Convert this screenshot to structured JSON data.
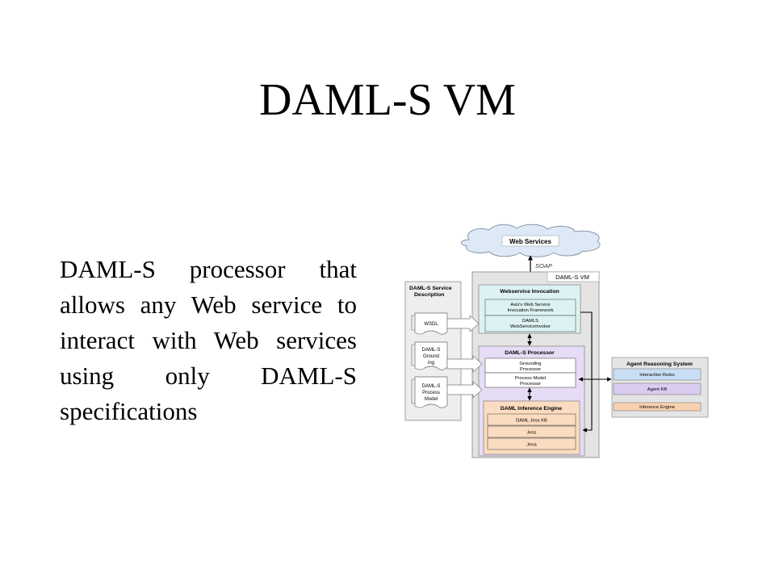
{
  "slide": {
    "title": "DAML-S VM",
    "body": "DAML-S processor that allows any Web service to interact with Web services using only DAML-S specifications"
  },
  "diagram": {
    "cloud_label": "Web Services",
    "soap_label": "SOAP",
    "vm_label": "DAML-S VM",
    "service_description": {
      "title_line1": "DAML-S Service",
      "title_line2": "Description",
      "docs": [
        {
          "lines": [
            "WSDL"
          ]
        },
        {
          "lines": [
            "DAML-S",
            "Ground",
            "ing"
          ]
        },
        {
          "lines": [
            "DAML-S",
            "Process",
            "Model"
          ]
        }
      ]
    },
    "invocation": {
      "title": "Webservice Invocation",
      "rows": [
        {
          "lines": [
            "Axis's Web Service",
            "Invocation Framework"
          ]
        },
        {
          "lines": [
            "DAMLS",
            "WebServiceInvoker"
          ]
        }
      ]
    },
    "processor": {
      "title": "DAML-S Processor",
      "rows": [
        {
          "lines": [
            "Grounding",
            "Processor"
          ]
        },
        {
          "lines": [
            "Process Model",
            "Processor"
          ]
        }
      ]
    },
    "inference": {
      "title": "DAML Inference Engine",
      "rows": [
        "DAML Jess KB",
        "Jess",
        "Jena"
      ]
    },
    "agent": {
      "title": "Agent Reasoning System",
      "rows": [
        "Interaction Rules",
        "Agent KB",
        "Inference Engine"
      ]
    },
    "colors": {
      "vm_bg": "#e4e4e4",
      "invocation_bg": "#ddf2f2",
      "processor_bg": "#e6dcf5",
      "inference_bg": "#fbdcc0",
      "agent_row1": "#c9def5",
      "agent_row2": "#d9ccef",
      "agent_row3": "#f8d2b0",
      "cloud_bg": "#dde9f6"
    }
  }
}
